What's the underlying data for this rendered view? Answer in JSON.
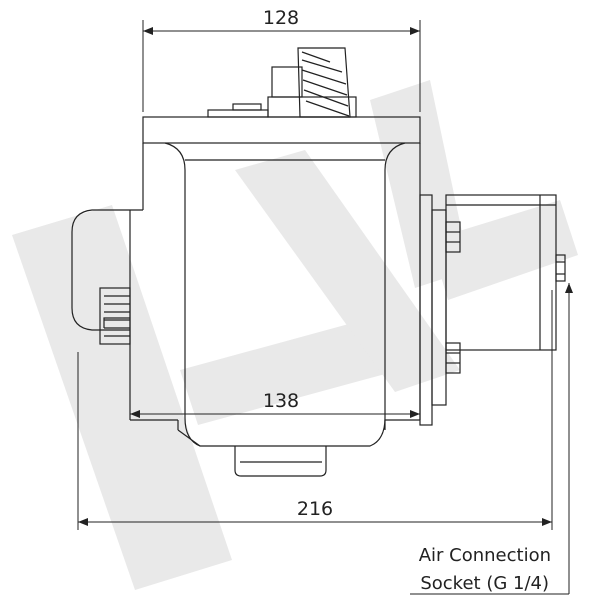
{
  "drawing": {
    "dimensions": {
      "top_width": "128",
      "mid_width": "138",
      "overall_width": "216"
    },
    "callout": {
      "line1": "Air Connection",
      "line2": "Socket (G 1/4)"
    },
    "watermark": {
      "description": "HV logo",
      "color": "#e8e8e8"
    },
    "line_color": "#222222"
  }
}
